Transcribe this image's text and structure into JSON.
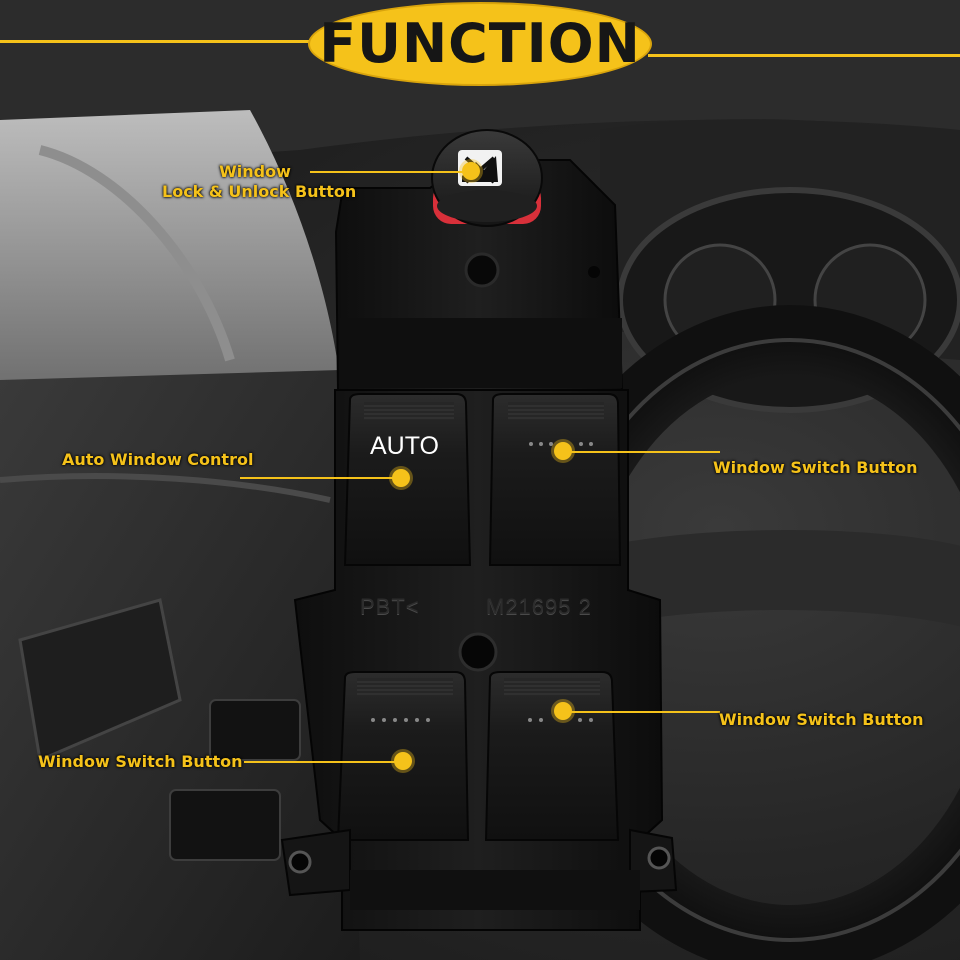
{
  "title": "FUNCTION",
  "callouts": {
    "lock": {
      "line1": "Window",
      "line2": "Lock & Unlock Button"
    },
    "auto": {
      "text": "Auto Window Control"
    },
    "front_right": {
      "text": "Window Switch Button"
    },
    "rear_left": {
      "text": "Window Switch Button"
    },
    "rear_right": {
      "text": "Window Switch Button"
    }
  },
  "switch": {
    "auto_label": "AUTO",
    "mold_left": "PBT<",
    "mold_right": "M21695 2"
  },
  "colors": {
    "accent": "#f5c21a",
    "title_text": "#161616",
    "switch_body": "#1b1b1b",
    "lock_ring": "#d8303a"
  },
  "icons": {
    "lock_button_symbol": "window-lock-icon"
  }
}
